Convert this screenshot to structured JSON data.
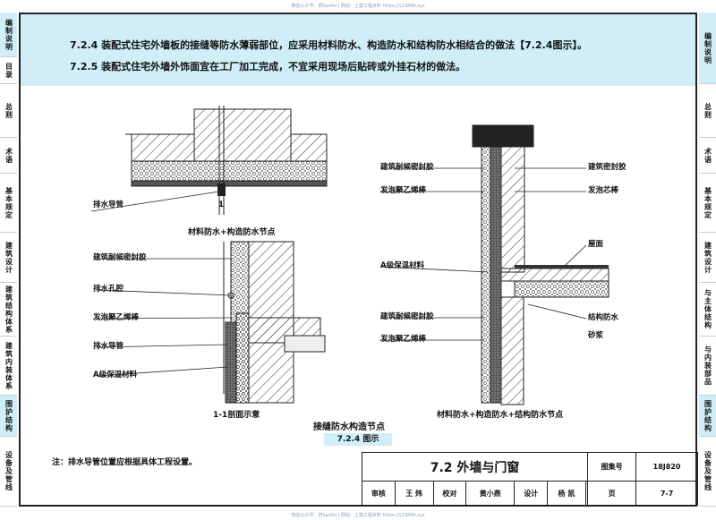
{
  "watermark": {
    "top": "微信公众号：筑Sanful | 网站：土建工程资料 https://123896.xyz",
    "bottom": "微信公众号：筑Sanful | 网站：土建工程资料 https://123896.xyz"
  },
  "left_tabs": [
    "编制说明",
    "目录",
    "总则",
    "术语",
    "基本规定",
    "建筑设计",
    "建筑结构体系",
    "建筑内装体系",
    "围护结构",
    "设备及管线"
  ],
  "right_tabs": [
    "编制说明",
    "总则",
    "术语",
    "基本规定",
    "建筑设计",
    "与主体结构",
    "与内装部品",
    "围护结构",
    "设备及管线"
  ],
  "header": {
    "line1": "7.2.4 装配式住宅外墙板的接缝等防水薄弱部位，应采用材料防水、构造防水和结构防水相结合的做法【7.2.4图示】。",
    "line2": "7.2.5 装配式住宅外墙外饰面宜在工厂加工完成，不宜采用现场后贴砖或外挂石材的做法。"
  },
  "diagram": {
    "top_left_label": "排水导管",
    "top_left_caption": "材料防水+构造防水节点",
    "section_mark": "1",
    "section_left_labels": [
      "建筑耐候密封胶",
      "排水孔腔",
      "发泡聚乙烯棒",
      "排水导管",
      "A级保温材料"
    ],
    "section_caption": "1-1剖面示意",
    "right_left_labels": [
      "建筑耐候密封胶",
      "发泡聚乙烯棒",
      "A级保温材料",
      "建筑耐候密封胶",
      "发泡聚乙烯棒"
    ],
    "right_right_labels": [
      "建筑密封胶",
      "发泡芯棒",
      "屋面",
      "结构防水",
      "砂浆"
    ],
    "right_caption": "材料防水+构造防水+结构防水节点",
    "main_caption": "接缝防水构造节点",
    "figure_no": "7.2.4 图示"
  },
  "note": "注：排水导管位置应根据具体工程设置。",
  "title_block": {
    "title": "7.2 外墙与门窗",
    "atlas_label": "图集号",
    "atlas_no": "18J820",
    "review_label": "审核",
    "review_name": "王 炜",
    "check_label": "校对",
    "check_name": "黄小燕",
    "design_label": "设计",
    "design_name": "杨 凯",
    "page_label": "页",
    "page_no": "7-7"
  }
}
